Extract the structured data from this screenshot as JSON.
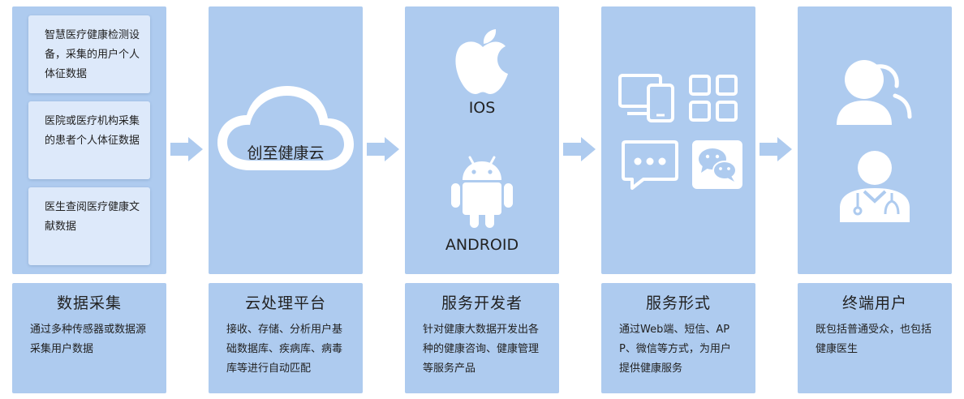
{
  "columns": [
    {
      "title": "数据采集",
      "desc": "通过多种传感器或数据源采集用户数据",
      "cards": [
        "智慧医疗健康检测设备，采集的用户个人体征数据",
        "医院或医疗机构采集的患者个人体征数据",
        "医生查阅医疗健康文献数据"
      ]
    },
    {
      "title": "云处理平台",
      "desc": "接收、存储、分析用户基础数据库、疾病库、病毒库等进行自动匹配",
      "cloud_label": "创至健康云"
    },
    {
      "title": "服务开发者",
      "desc": "针对健康大数据开发出各种的健康咨询、健康管理等服务产品",
      "ios_label": "IOS",
      "android_label": "ANDROID"
    },
    {
      "title": "服务形式",
      "desc": "通过Web端、短信、APP、微信等方式，为用户提供健康服务"
    },
    {
      "title": "终端用户",
      "desc": "既包括普通受众，也包括健康医生"
    }
  ],
  "colors": {
    "panel": "#aecbef",
    "card": "#dde9fa",
    "icon": "#ffffff",
    "arrow": "#aecbef"
  },
  "icons": [
    "cloud-icon",
    "apple-icon",
    "android-icon",
    "devices-icon",
    "apps-grid-icon",
    "chat-bubble-icon",
    "wechat-icon",
    "user-icon",
    "doctor-icon",
    "arrow-right-icon"
  ]
}
